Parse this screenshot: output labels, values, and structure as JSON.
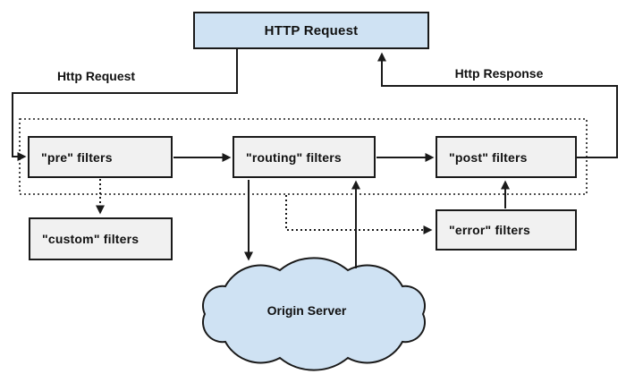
{
  "diagram": {
    "http_request_box": "HTTP Request",
    "edge_labels": {
      "request": "Http Request",
      "response": "Http Response"
    },
    "filter_boxes": {
      "pre": "\"pre\" filters",
      "routing": "\"routing\" filters",
      "post": "\"post\" filters",
      "custom": "\"custom\" filters",
      "error": "\"error\" filters"
    },
    "origin_server": "Origin Server",
    "colors": {
      "blue_fill": "#cfe2f3",
      "gray_fill": "#f1f1f1",
      "line_color": "#1a1a1a"
    }
  }
}
